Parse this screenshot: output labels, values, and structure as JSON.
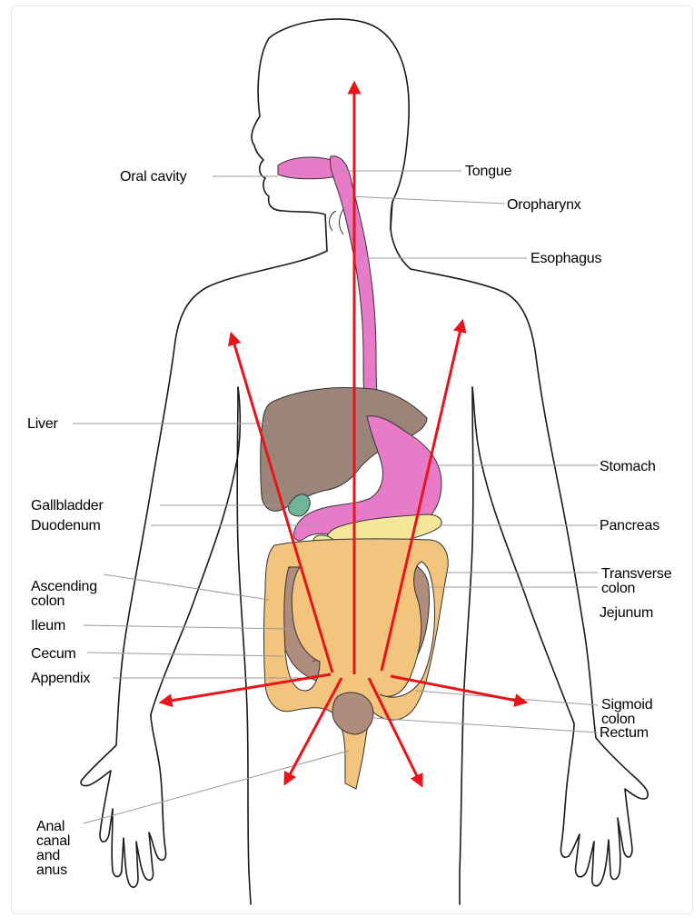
{
  "colors": {
    "arrow": "#e8141b",
    "esophagus": "#e87bc8",
    "liver": "#9c8478",
    "colon": "#f2c47d",
    "small_intestine": "#b08c7c",
    "pancreas": "#f4e79a",
    "outline": "#1a1a1a"
  },
  "labels": {
    "oral_cavity": "Oral cavity",
    "tongue": "Tongue",
    "oropharynx": "Oropharynx",
    "esophagus": "Esophagus",
    "liver": "Liver",
    "stomach": "Stomach",
    "gallbladder": "Gallbladder",
    "duodenum": "Duodenum",
    "pancreas": "Pancreas",
    "ascending_colon_1": "Ascending",
    "ascending_colon_2": "colon",
    "transverse_colon_1": "Transverse",
    "transverse_colon_2": "colon",
    "ileum": "Ileum",
    "jejunum": "Jejunum",
    "cecum": "Cecum",
    "appendix": "Appendix",
    "sigmoid_colon_1": "Sigmoid",
    "sigmoid_colon_2": "colon",
    "rectum": "Rectum",
    "anal_1": "Anal",
    "anal_2": "canal",
    "anal_3": "and",
    "anal_4": "anus"
  }
}
